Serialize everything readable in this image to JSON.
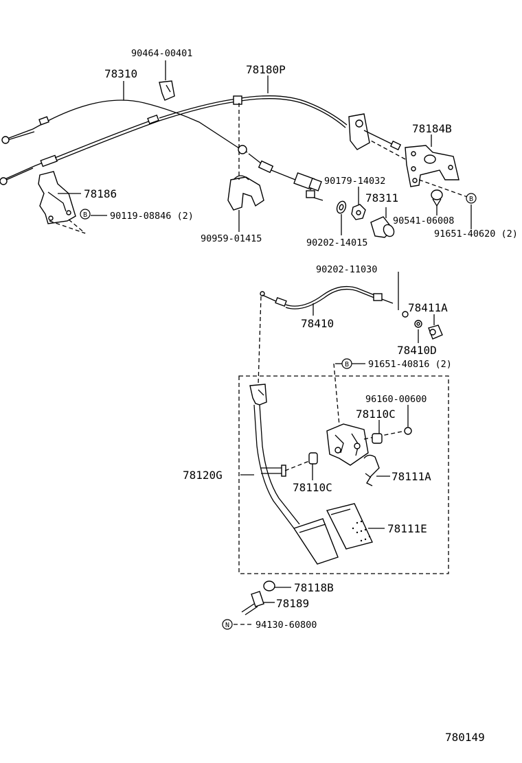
{
  "labels": {
    "p90464": "90464-00401",
    "p78310": "78310",
    "p78180P": "78180P",
    "p78184B": "78184B",
    "p78186": "78186",
    "p90119": "90119-08846 (2)",
    "p90179": "90179-14032",
    "p78311": "78311",
    "p90541": "90541-06008",
    "p91651a": "91651-40620 (2)",
    "p90959": "90959-01415",
    "p90202a": "90202-14015",
    "p90202b": "90202-11030",
    "p78411A": "78411A",
    "p78410": "78410",
    "p78410D": "78410D",
    "p91651b": "91651-40816 (2)",
    "p96160": "96160-00600",
    "p78110C_top": "78110C",
    "p78120G": "78120G",
    "p78110C_bot": "78110C",
    "p78111A": "78111A",
    "p78111E": "78111E",
    "p78118B": "78118B",
    "p78189": "78189",
    "p94130": "94130-60800",
    "diagram_id": "780149"
  },
  "markers": {
    "B": "B",
    "N": "N"
  }
}
